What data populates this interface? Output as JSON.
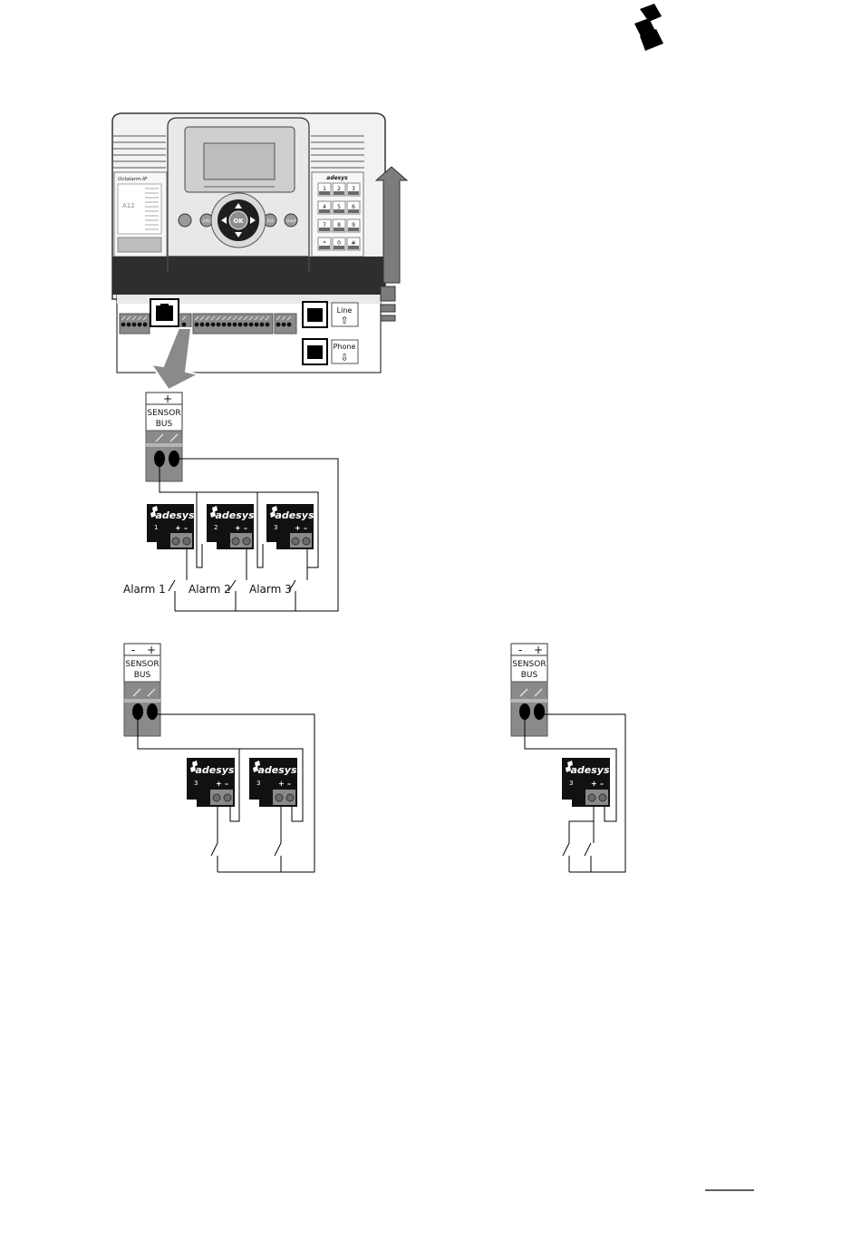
{
  "brand": {
    "name": "adesys"
  },
  "device": {
    "model": "Octalarm-IP",
    "panel_title": "A12",
    "softkeys": [
      "info",
      "list",
      "reset"
    ],
    "ok_label": "OK",
    "keypad": [
      "1",
      "2",
      "3",
      "4",
      "5",
      "6",
      "7",
      "8",
      "9",
      "*",
      "0",
      "#"
    ],
    "line_port": {
      "label": "Line",
      "arrow": "⇧"
    },
    "phone_port": {
      "label": "Phone",
      "arrow": "⇩"
    }
  },
  "top_connector": {
    "polarity_plus": "+",
    "label_line1": "SENSOR",
    "label_line2": "BUS"
  },
  "top_modules": [
    {
      "number": "1",
      "plus": "+",
      "minus": "–"
    },
    {
      "number": "2",
      "plus": "+",
      "minus": "–"
    },
    {
      "number": "3",
      "plus": "+",
      "minus": "–"
    }
  ],
  "alarm_labels": [
    "Alarm 1",
    "Alarm 2",
    "Alarm 3"
  ],
  "bottom_left": {
    "polarity_minus": "-",
    "polarity_plus": "+",
    "label_line1": "SENSOR",
    "label_line2": "BUS",
    "modules": [
      {
        "number": "3",
        "plus": "+",
        "minus": "–"
      },
      {
        "number": "3",
        "plus": "+",
        "minus": "–"
      }
    ]
  },
  "bottom_right": {
    "polarity_minus": "-",
    "polarity_plus": "+",
    "label_line1": "SENSOR",
    "label_line2": "BUS",
    "modules": [
      {
        "number": "3",
        "plus": "+",
        "minus": "–"
      }
    ]
  },
  "colors": {
    "module_body": "#111111",
    "gray_panel": "#8a8a8a",
    "dark_band": "#2e2e2e",
    "arrow": "#7c7c7c"
  }
}
